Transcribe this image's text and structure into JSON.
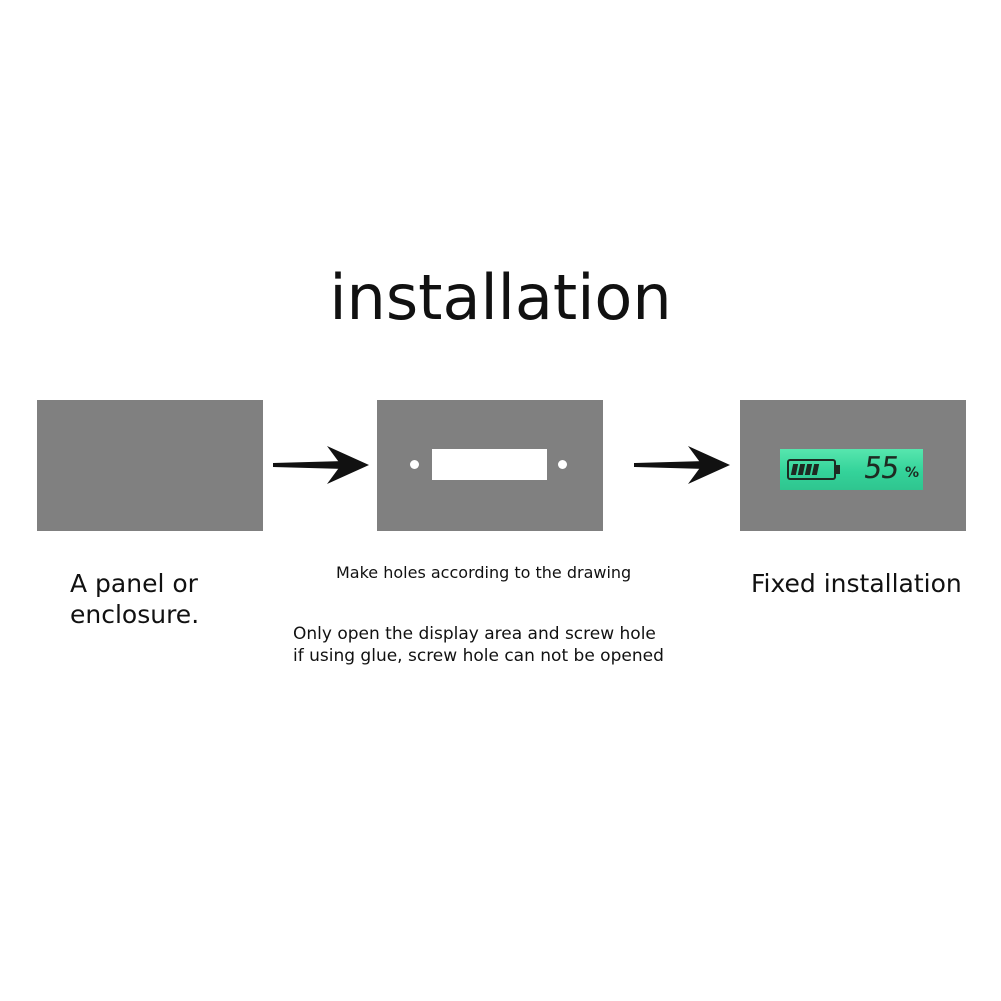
{
  "title": "installation",
  "steps": [
    {
      "name": "panel",
      "caption_lines": [
        "A panel or",
        "enclosure."
      ]
    },
    {
      "name": "holes",
      "caption": "Make holes according to the drawing",
      "note_lines": [
        "Only open the display area and screw hole",
        "if using glue, screw hole can not be opened"
      ]
    },
    {
      "name": "fixed",
      "caption": "Fixed installation",
      "display": {
        "percent_digits": "55",
        "percent_unit": "%",
        "battery_bars": 4,
        "backlight_color": "#3dd9a0"
      }
    }
  ],
  "colors": {
    "panel": "#808080",
    "cutout": "#ffffff",
    "arrow": "#111111",
    "text": "#111111"
  },
  "icons": {
    "arrow": "right-arrow-icon",
    "battery": "battery-icon"
  }
}
